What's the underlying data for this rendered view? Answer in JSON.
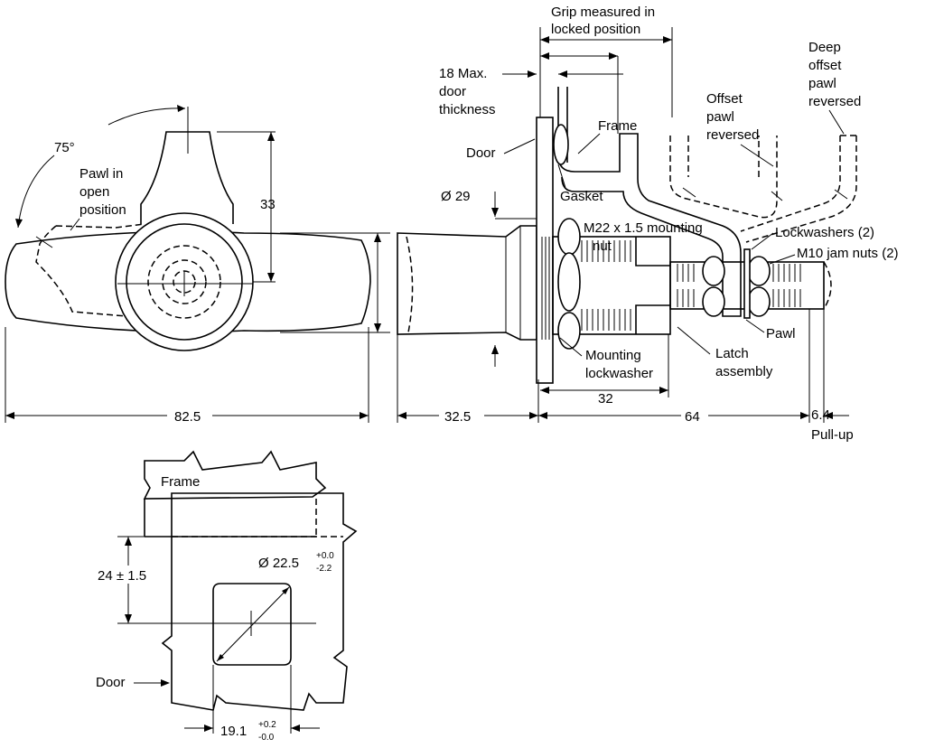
{
  "labels": {
    "grip_line1": "Grip measured in",
    "grip_line2": "locked position",
    "deep_line1": "Deep",
    "deep_line2": "offset",
    "deep_line3": "pawl",
    "deep_line4": "reversed",
    "offset_line1": "Offset",
    "offset_line2": "pawl",
    "offset_line3": "reversed",
    "maxdoor_line1": "18 Max.",
    "maxdoor_line2": "door",
    "maxdoor_line3": "thickness",
    "frame_side": "Frame",
    "door_side": "Door",
    "gasket": "Gasket",
    "dia29": "Ø 29",
    "mount_nut_line1": "M22 x 1.5 mounting",
    "mount_nut_line2": "nut",
    "lockwashers": "Lockwashers (2)",
    "jamnuts": "M10 jam nuts (2)",
    "pawl": "Pawl",
    "latch_line1": "Latch",
    "latch_line2": "assembly",
    "mlw_line1": "Mounting",
    "mlw_line2": "lockwasher",
    "angle": "75°",
    "pawl_open_line1": "Pawl in",
    "pawl_open_line2": "open",
    "pawl_open_line3": "position",
    "frame_cutout": "Frame",
    "door_cutout": "Door"
  },
  "dimensions": {
    "overall_width": "82.5",
    "height_33": "33",
    "knob_length": "32.5",
    "body_length": "64",
    "thread_length": "32",
    "pullup_value": "6.4",
    "pullup_label": "Pull-up",
    "frame_offset": "24 ± 1.5",
    "hole_dia": "Ø 22.5",
    "hole_dia_tol_plus": "+0.0",
    "hole_dia_tol_minus": "-2.2",
    "flat_width": "19.1",
    "flat_tol_plus": "+0.2",
    "flat_tol_minus": "-0.0"
  }
}
